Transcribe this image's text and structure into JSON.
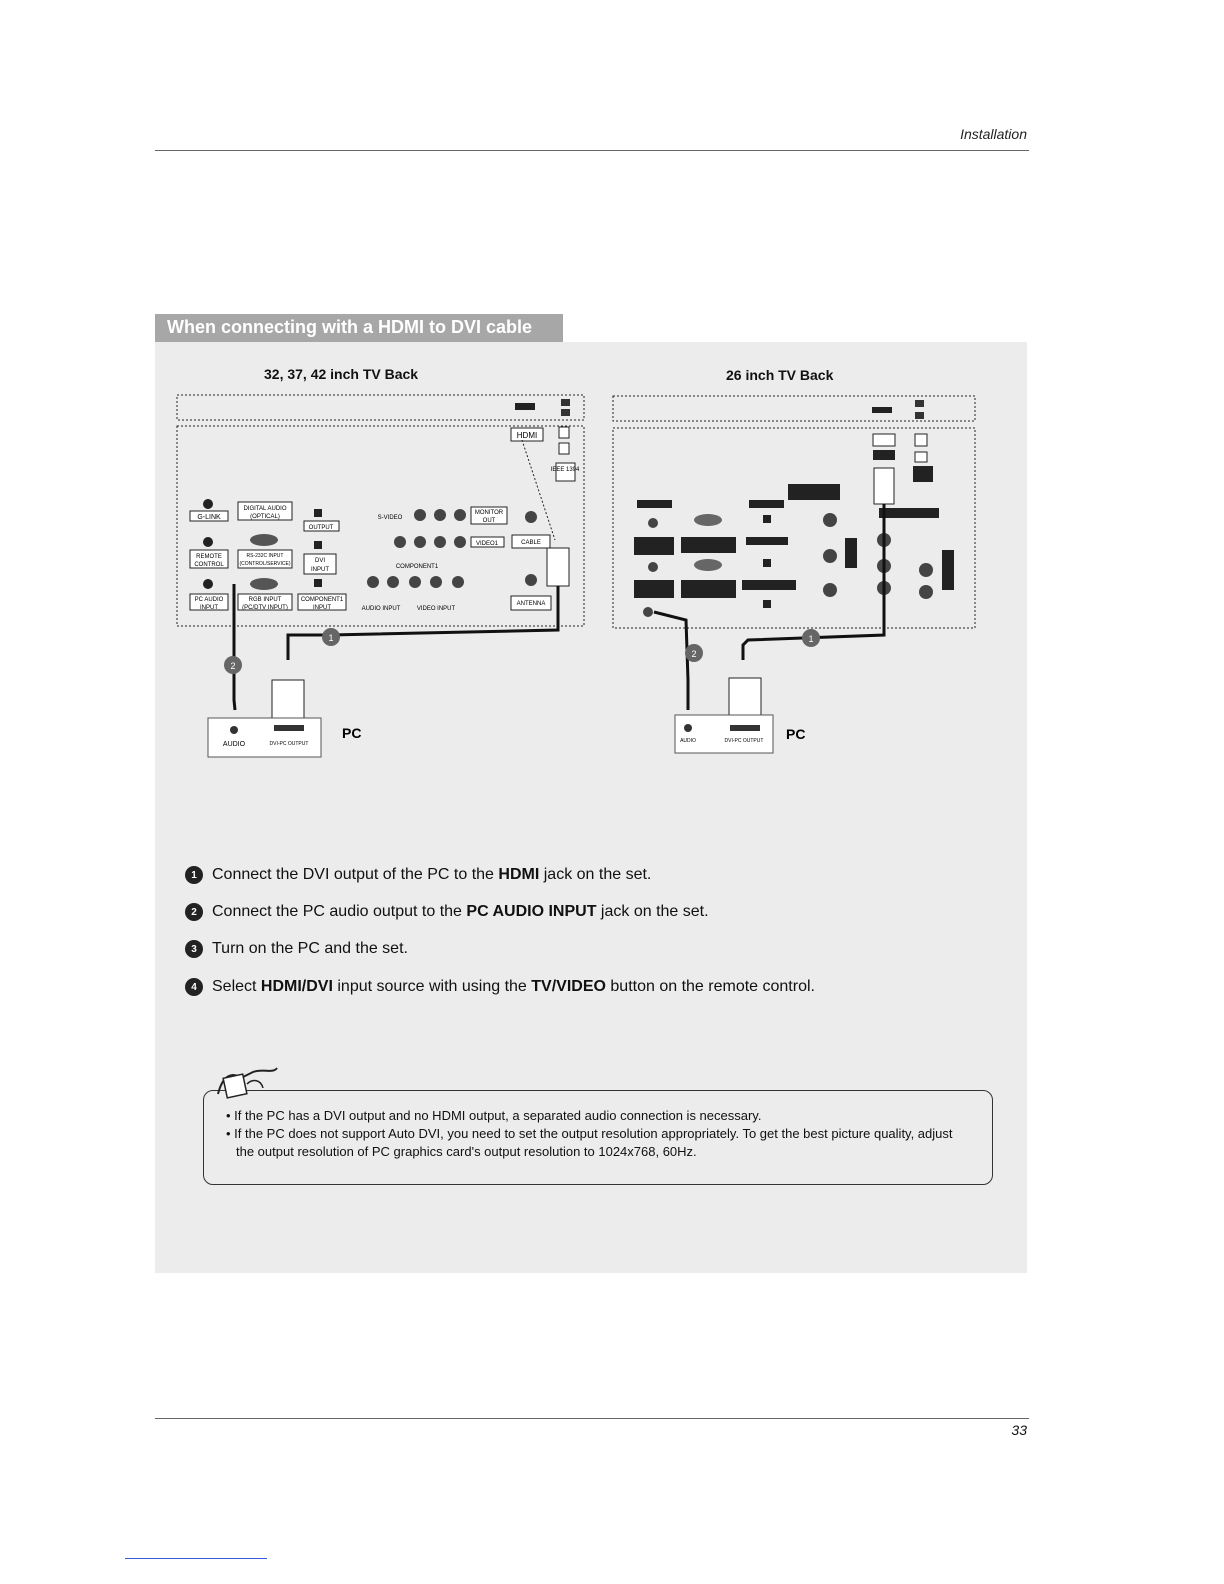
{
  "header": {
    "section": "Installation"
  },
  "tab": {
    "title": "When connecting with a HDMI to DVI cable"
  },
  "diagram_left": {
    "title": "32, 37, 42 inch TV Back",
    "labels": {
      "hdmi": "HDMI",
      "ieee": "IEEE 1394",
      "glink": "G-LINK",
      "digital_audio": "DIGITAL AUDIO",
      "optical": "(OPTICAL)",
      "output": "OUTPUT",
      "remote": "REMOTE",
      "control": "CONTROL",
      "rs232": "RS-232C INPUT",
      "rs232b": "(CONTROL/SERVICE)",
      "dvi": "DVI",
      "dvi_input": "INPUT",
      "pc_audio": "PC AUDIO",
      "pc_audio_input": "INPUT",
      "rgb_input": "RGB INPUT",
      "rgb_b": "(PC/DTV INPUT)",
      "component": "COMPONENT1",
      "component_input": "INPUT",
      "svideo": "S-VIDEO",
      "monitor": "MONITOR",
      "monitor_out": "OUT",
      "video1": "VIDEO1",
      "cable": "CABLE",
      "component1": "COMPONENT1",
      "audio_input": "AUDIO INPUT",
      "video_input": "VIDEO INPUT",
      "antenna": "ANTENNA",
      "audio": "AUDIO",
      "dvi_pc_output": "DVI-PC OUTPUT",
      "pc": "PC"
    }
  },
  "diagram_right": {
    "title": "26 inch TV Back",
    "labels": {
      "audio": "AUDIO",
      "dvi_pc_output": "DVI-PC OUTPUT",
      "pc": "PC"
    }
  },
  "steps": [
    {
      "num": "1",
      "pre": "Connect the DVI output of the PC to the ",
      "bold": "HDMI",
      "post": " jack on the set.",
      "bold2": "",
      "post2": ""
    },
    {
      "num": "2",
      "pre": "Connect the PC audio output to the ",
      "bold": "PC AUDIO INPUT",
      "post": " jack on the set.",
      "bold2": "",
      "post2": ""
    },
    {
      "num": "3",
      "pre": "Turn on the PC and the set.",
      "bold": "",
      "post": "",
      "bold2": "",
      "post2": ""
    },
    {
      "num": "4",
      "pre": "Select ",
      "bold": "HDMI/DVI",
      "post": " input source with using the ",
      "bold2": "TV/VIDEO",
      "post2": " button on the remote control."
    }
  ],
  "notes": [
    "• If the PC has a DVI output and no HDMI output, a separated audio connection is necessary.",
    "• If the PC does not support Auto DVI, you need to set the output resolution appropriately. To get the best picture quality, adjust the output resolution of PC graphics card's output resolution to 1024x768, 60Hz."
  ],
  "footer": {
    "page": "33"
  }
}
